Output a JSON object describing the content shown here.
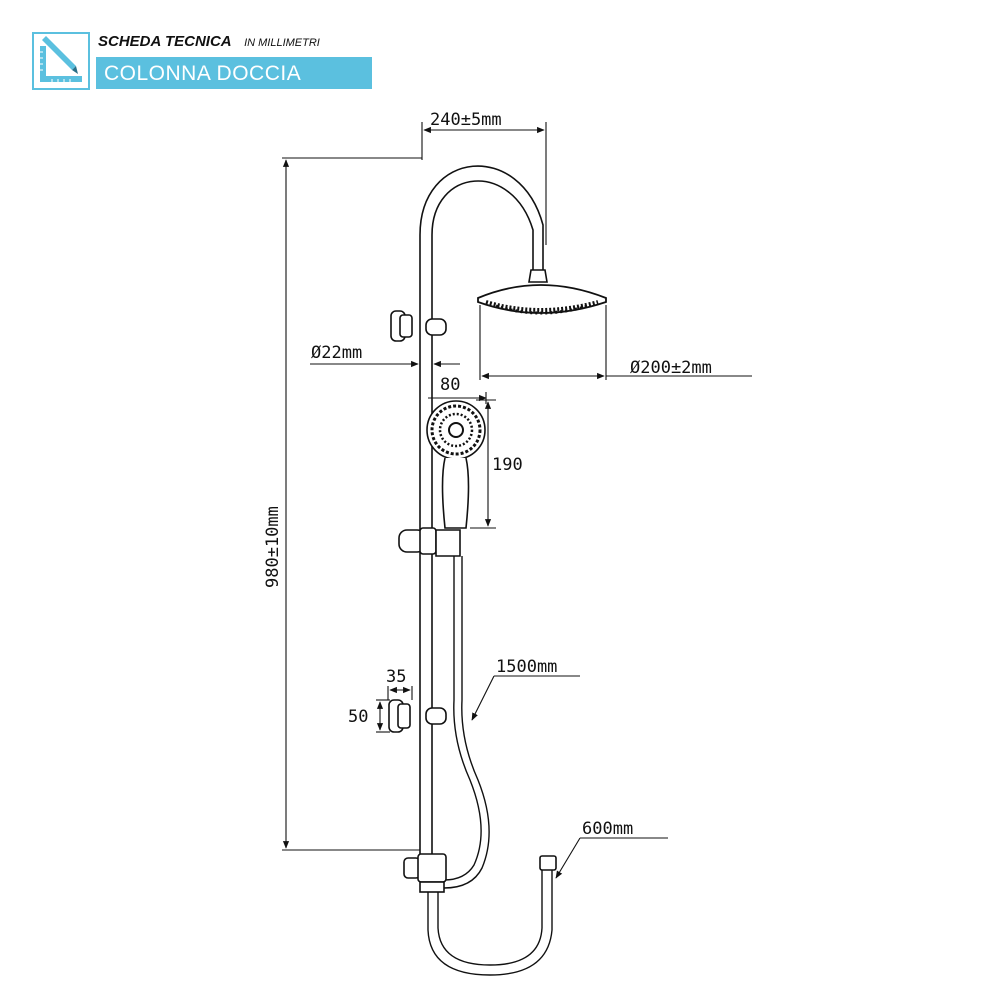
{
  "header": {
    "title": "SCHEDA TECNICA",
    "subtitle": "IN MILLIMETRI",
    "product": "COLONNA DOCCIA",
    "accent_color": "#5bc0df",
    "logo_icon": "ruler-square-pencil-icon"
  },
  "dimensions": {
    "arm_reach": "240±5mm",
    "total_height": "980±10mm",
    "pipe_diameter": "Ø22mm",
    "head_diameter": "Ø200±2mm",
    "handshower_width": "80",
    "handshower_length": "190",
    "bracket_width": "35",
    "bracket_height": "50",
    "hose_length": "1500mm",
    "inlet_hose_length": "600mm"
  }
}
